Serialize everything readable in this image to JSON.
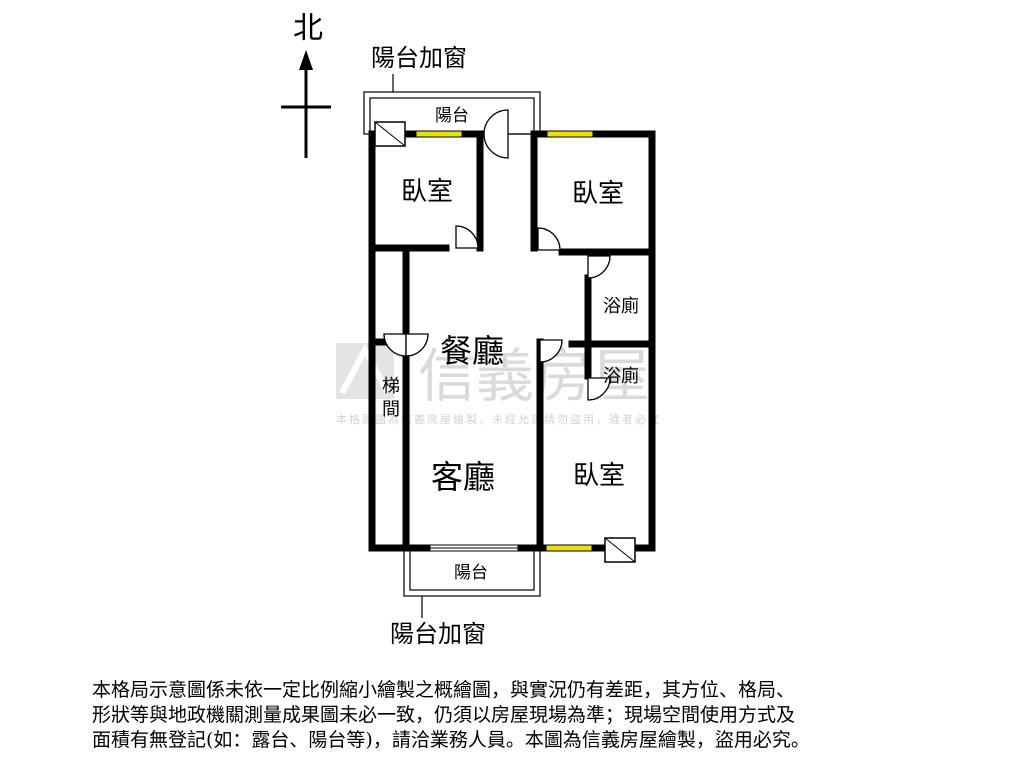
{
  "compass": {
    "north_label": "北"
  },
  "labels": {
    "balcony_window_top": "陽台加窗",
    "balcony_top": "陽台",
    "bedroom_nw": "臥室",
    "bedroom_ne": "臥室",
    "bathroom_1": "浴廁",
    "bathroom_2": "浴廁",
    "dining": "餐廳",
    "stair_1": "梯",
    "stair_2": "間",
    "living": "客廳",
    "bedroom_se": "臥室",
    "balcony_bottom": "陽台",
    "balcony_window_bottom": "陽台加窗"
  },
  "watermark": {
    "brand": "信義房屋",
    "caption": "本格局圖為信義房屋繪製，未經允許請勿盜用，違者必究"
  },
  "disclaimer": {
    "lines": [
      "本格局示意圖係未依一定比例縮小繪製之概繪圖，與實況仍有差距，其方位、格局、",
      "形狀等與地政機關測量成果圖未必一致，仍須以房屋現場為準；現場空間使用方式及",
      "面積有無登記(如：露台、陽台等)，請洽業務人員。本圖為信義房屋繪製，盜用必究。"
    ]
  },
  "colors": {
    "window_fill": "#e8e200",
    "wall": "#000000",
    "watermark": "#c8c8c8"
  }
}
